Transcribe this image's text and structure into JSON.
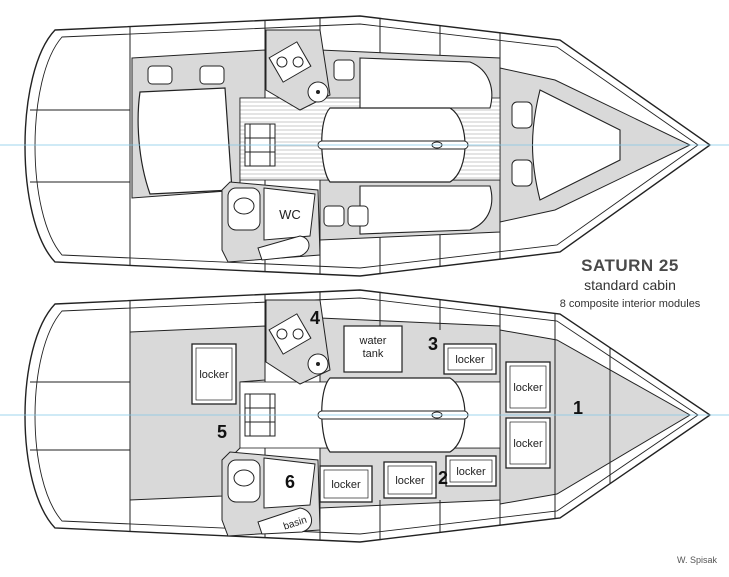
{
  "title": "SATURN 25",
  "subtitle": "standard cabin",
  "caption": "8 composite interior modules",
  "credit": "W. Spisak",
  "top_plan": {
    "wc_label": "WC"
  },
  "bottom_plan": {
    "water_tank_line1": "water",
    "water_tank_line2": "tank",
    "basin_label": "basin",
    "locker_label": "locker",
    "modules": [
      "1",
      "2",
      "3",
      "4",
      "5",
      "6"
    ]
  },
  "colors": {
    "hull_stroke": "#222222",
    "module_fill": "#d9d9d9",
    "centerline": "#7fc7e6",
    "sole_stripe": "#cccccc"
  }
}
